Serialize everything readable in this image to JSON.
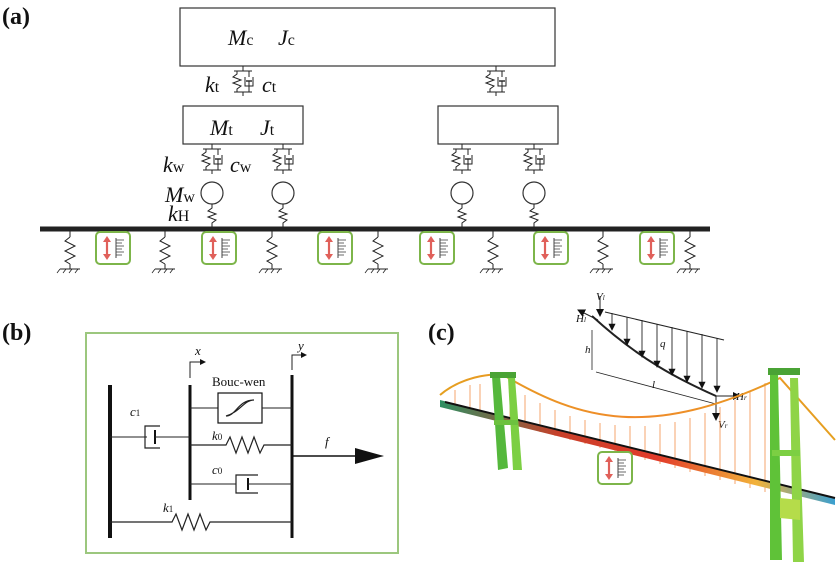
{
  "panels": {
    "a": "(a)",
    "b": "(b)",
    "c": "(c)"
  },
  "panel_a": {
    "car_mass": "M",
    "car_mass_sub": "c",
    "car_inertia": "J",
    "car_inertia_sub": "c",
    "k_t": "k",
    "k_t_sub": "t",
    "c_t": "c",
    "c_t_sub": "t",
    "bogie_mass": "M",
    "bogie_mass_sub": "t",
    "bogie_inertia": "J",
    "bogie_inertia_sub": "t",
    "k_w": "k",
    "k_w_sub": "w",
    "c_w": "c",
    "c_w_sub": "w",
    "wheel_mass": "M",
    "wheel_mass_sub": "w",
    "k_H": "k",
    "k_H_sub": "H"
  },
  "panel_b": {
    "x": "x",
    "y": "y",
    "bouc_wen": "Bouc-wen",
    "c1": "c",
    "c1_sub": "1",
    "k0": "k",
    "k0_sub": "0",
    "c0": "c",
    "c0_sub": "0",
    "k1": "k",
    "k1_sub": "1",
    "f": "f"
  },
  "panel_c": {
    "V1": "V",
    "V1_sub": "l",
    "H1": "H",
    "H1_sub": "l",
    "q": "q",
    "h": "h",
    "l": "l",
    "Hr": "H",
    "Hr_sub": "r",
    "Vr": "V",
    "Vr_sub": "r"
  },
  "colors": {
    "damper_box": "#7db54a",
    "arrow": "#e0605a",
    "bridge_tower_green": "#57c13d"
  }
}
